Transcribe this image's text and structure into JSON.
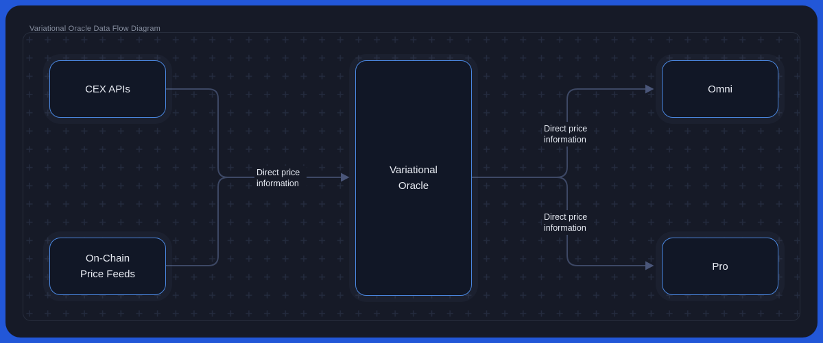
{
  "diagram": {
    "title": "Variational Oracle Data Flow Diagram",
    "nodes": [
      {
        "id": "cex-apis",
        "label": "CEX APIs"
      },
      {
        "id": "on-chain-price-feeds",
        "label": "On-Chain Price Feeds"
      },
      {
        "id": "variational-oracle",
        "label": "Variational Oracle"
      },
      {
        "id": "omni",
        "label": "Omni"
      },
      {
        "id": "pro",
        "label": "Pro"
      }
    ],
    "edges": [
      {
        "from": "cex-apis",
        "to": "variational-oracle",
        "label": "Direct price information"
      },
      {
        "from": "on-chain-price-feeds",
        "to": "variational-oracle",
        "label": "Direct price information"
      },
      {
        "from": "variational-oracle",
        "to": "omni",
        "label": "Direct price information"
      },
      {
        "from": "variational-oracle",
        "to": "pro",
        "label": "Direct price information"
      }
    ]
  },
  "colors": {
    "frame_blue": "#2257d8",
    "canvas_background": "#161a27",
    "panel_border": "#272d3c",
    "grid_plus": "#242b3e",
    "node_fill": "#111726",
    "node_border": "#4a87e0",
    "node_text": "#e9ecf3",
    "connector": "#3d4865",
    "arrowhead": "#4a5679",
    "edge_label_text": "#e4e8f0",
    "title_text": "#868e9f"
  }
}
